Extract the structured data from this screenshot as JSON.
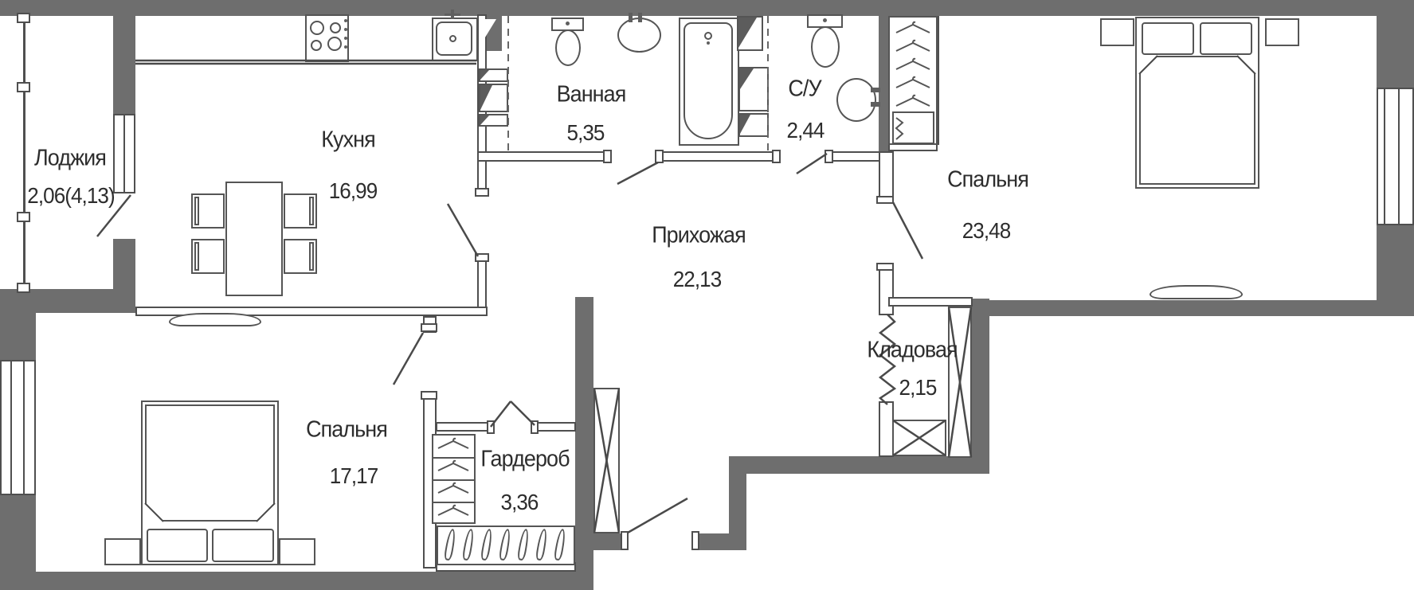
{
  "plan_type": "apartment floor plan",
  "colors": {
    "wall": "#6e6e6e",
    "line": "#4f4f4f",
    "text": "#2d2d2d",
    "background": "#ffffff"
  },
  "rooms": [
    {
      "id": "loggia",
      "name": "Лоджия",
      "area": "2,06(4,13)"
    },
    {
      "id": "kitchen",
      "name": "Кухня",
      "area": "16,99"
    },
    {
      "id": "bathroom",
      "name": "Ванная",
      "area": "5,35"
    },
    {
      "id": "wc",
      "name": "С/У",
      "area": "2,44"
    },
    {
      "id": "bedroom-right",
      "name": "Спальня",
      "area": "23,48"
    },
    {
      "id": "hallway",
      "name": "Прихожая",
      "area": "22,13"
    },
    {
      "id": "storage",
      "name": "Кладовая",
      "area": "2,15"
    },
    {
      "id": "bedroom-left",
      "name": "Спальня",
      "area": "17,17"
    },
    {
      "id": "wardrobe",
      "name": "Гардероб",
      "area": "3,36"
    }
  ]
}
